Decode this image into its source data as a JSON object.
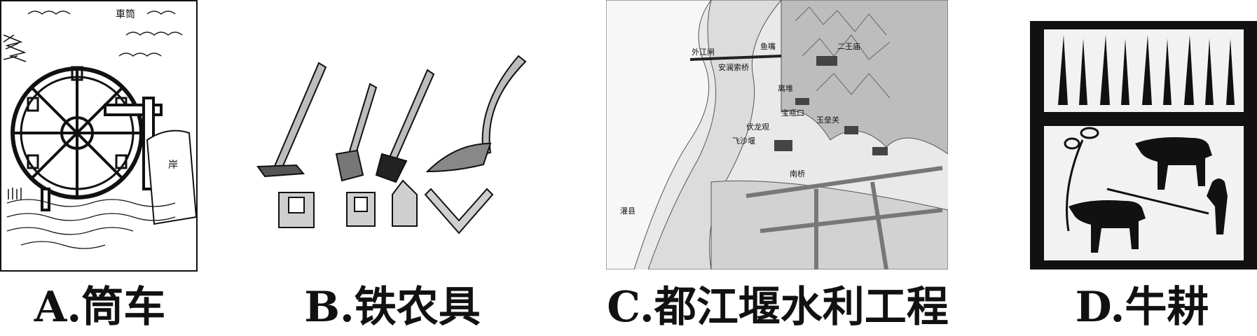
{
  "panels": [
    {
      "label": "A.筒车",
      "inner_text": "車筒",
      "ink": "#1a1a1a"
    },
    {
      "label": "B.铁农具",
      "ink": "#1a1a1a"
    },
    {
      "label": "C.都江堰水利工程",
      "ink": "#1a1a1a",
      "map_labels": [
        "外江闸",
        "宝瓶口",
        "飞沙堰",
        "伏龙观",
        "安澜索桥",
        "二王庙",
        "玉垒关",
        "离堆",
        "鱼嘴",
        "南桥",
        "灌县"
      ]
    },
    {
      "label": "D.牛耕",
      "ink": "#1a1a1a"
    }
  ]
}
